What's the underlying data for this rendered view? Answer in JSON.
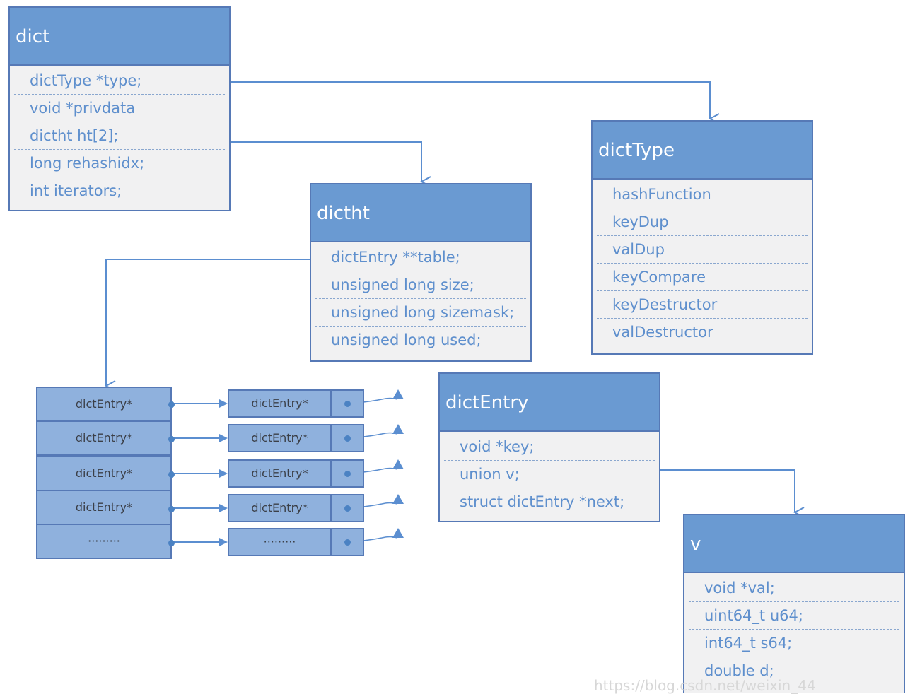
{
  "colors": {
    "header_fill": "#6a9ad2",
    "border": "#5679b6",
    "body_fill": "#f1f1f2",
    "field_text": "#5e8fcd",
    "cell_fill": "#8fb1dd",
    "arrow": "#5b8ed0"
  },
  "dict": {
    "title": "dict",
    "fields": [
      "dictType *type;",
      "void *privdata",
      "dictht ht[2];",
      "long rehashidx;",
      "int iterators;"
    ]
  },
  "dictType": {
    "title": "dictType",
    "fields": [
      "hashFunction",
      "keyDup",
      "valDup",
      "keyCompare",
      "keyDestructor",
      "valDestructor"
    ]
  },
  "dictht": {
    "title": "dictht",
    "fields": [
      "dictEntry **table;",
      "unsigned long size;",
      "unsigned long sizemask;",
      "unsigned long used;"
    ]
  },
  "dictEntry": {
    "title": "dictEntry",
    "fields": [
      "void *key;",
      "union v;",
      "struct dictEntry *next;"
    ]
  },
  "v": {
    "title": "v",
    "fields": [
      "void *val;",
      "uint64_t u64;",
      "int64_t s64;",
      "double d;"
    ]
  },
  "table": {
    "cells": [
      "dictEntry*",
      "dictEntry*",
      "dictEntry*",
      "dictEntry*",
      "·········"
    ]
  },
  "chain": {
    "cells": [
      "dictEntry*",
      "dictEntry*",
      "dictEntry*",
      "dictEntry*",
      "·········"
    ]
  }
}
